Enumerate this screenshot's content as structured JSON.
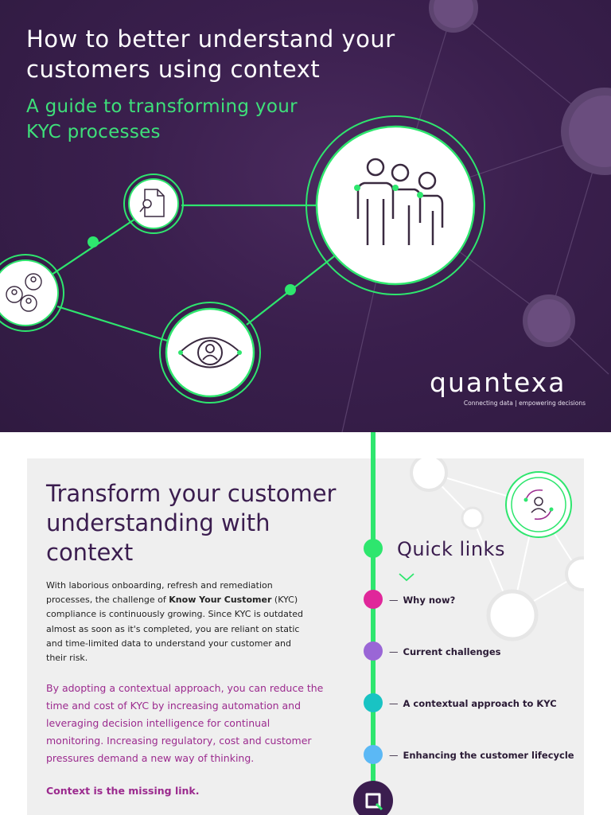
{
  "hero": {
    "title": "How to better understand your customers using context",
    "subtitle": "A guide to transforming your KYC processes",
    "icons": [
      "document-search-icon",
      "people-group-icon",
      "users-network-icon",
      "eye-icon"
    ]
  },
  "brand": {
    "name": "quantexa",
    "tagline": "Connecting data | empowering decisions"
  },
  "section": {
    "title": "Transform your customer understanding with context",
    "intro_part1": "With laborious onboarding, refresh and remediation processes, the challenge of ",
    "intro_bold": "Know Your Customer",
    "intro_part2": " (KYC) compliance is continuously growing. Since KYC is outdated almost as soon as it's completed, you are reliant on static and time-limited data to understand your customer and their risk.",
    "highlight": "By adopting a contextual approach, you can reduce the time and cost of KYC by increasing automation and leveraging decision intelligence for continual monitoring. Increasing regulatory, cost and customer pressures demand a new way of thinking.",
    "tagline": "Context is the missing link."
  },
  "quick_links": {
    "title": "Quick links",
    "dash": "—",
    "items": [
      {
        "label": "Why now?",
        "color": "#e0279a"
      },
      {
        "label": "Current challenges",
        "color": "#9a66d6"
      },
      {
        "label": "A contextual approach to KYC",
        "color": "#19c3c3"
      },
      {
        "label": "Enhancing the customer lifecycle",
        "color": "#5bb8f5"
      }
    ]
  },
  "colors": {
    "hero_bg": "#3a1f4d",
    "accent_green": "#2ee66e",
    "title_purple": "#3b1d4f",
    "highlight_magenta": "#9b2a8e",
    "panel_bg": "#efefef"
  }
}
